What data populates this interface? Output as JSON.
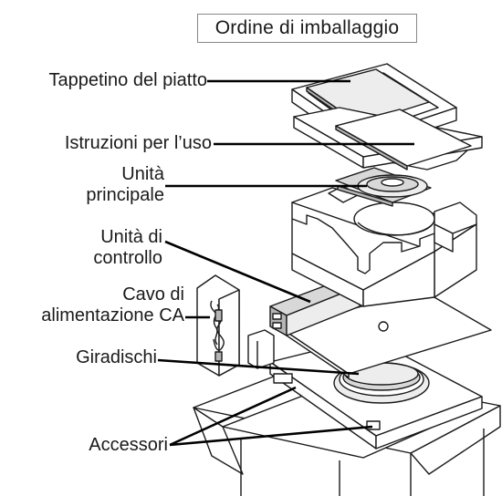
{
  "title": "Ordine di imballaggio",
  "labels": {
    "mat": "Tappetino del piatto",
    "manual": "Istruzioni per l’uso",
    "main_unit_1": "Unità",
    "main_unit_2": "principale",
    "control_unit_1": "Unità di",
    "control_unit_2": "controllo",
    "cable_1": "Cavo di",
    "cable_2": "alimentazione CA",
    "turntable": "Giradischi",
    "accessories": "Accessori"
  }
}
